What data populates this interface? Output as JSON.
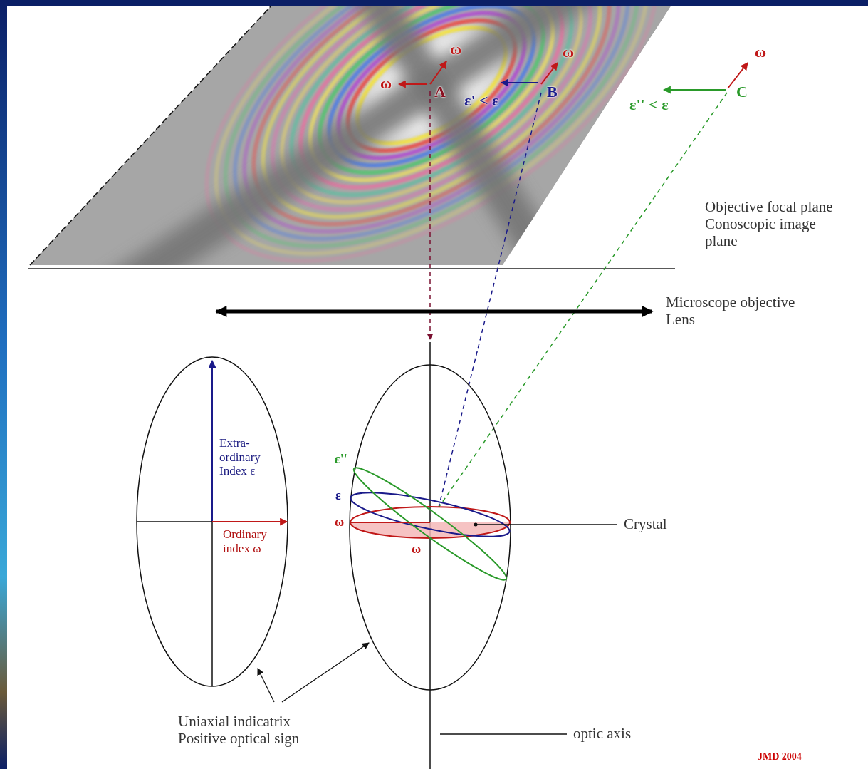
{
  "diagram": {
    "nodes": [
      {
        "text": [
          "Extra-ordinary Index ε",
          "Ordinary index ω"
        ]
      }
    ],
    "labels": [
      "ω",
      "ω",
      "A",
      "ω",
      "ε' < ε",
      "B",
      "ω",
      "ε'' < ε",
      "C",
      "Objective focal plane Conoscopic image plane",
      "Microscope objective Lens",
      "ε''",
      "ε",
      "ω",
      "ω",
      "Crystal",
      "Uniaxial indicatrix Positive optical sign",
      "optic axis",
      "JMD 2004"
    ]
  }
}
